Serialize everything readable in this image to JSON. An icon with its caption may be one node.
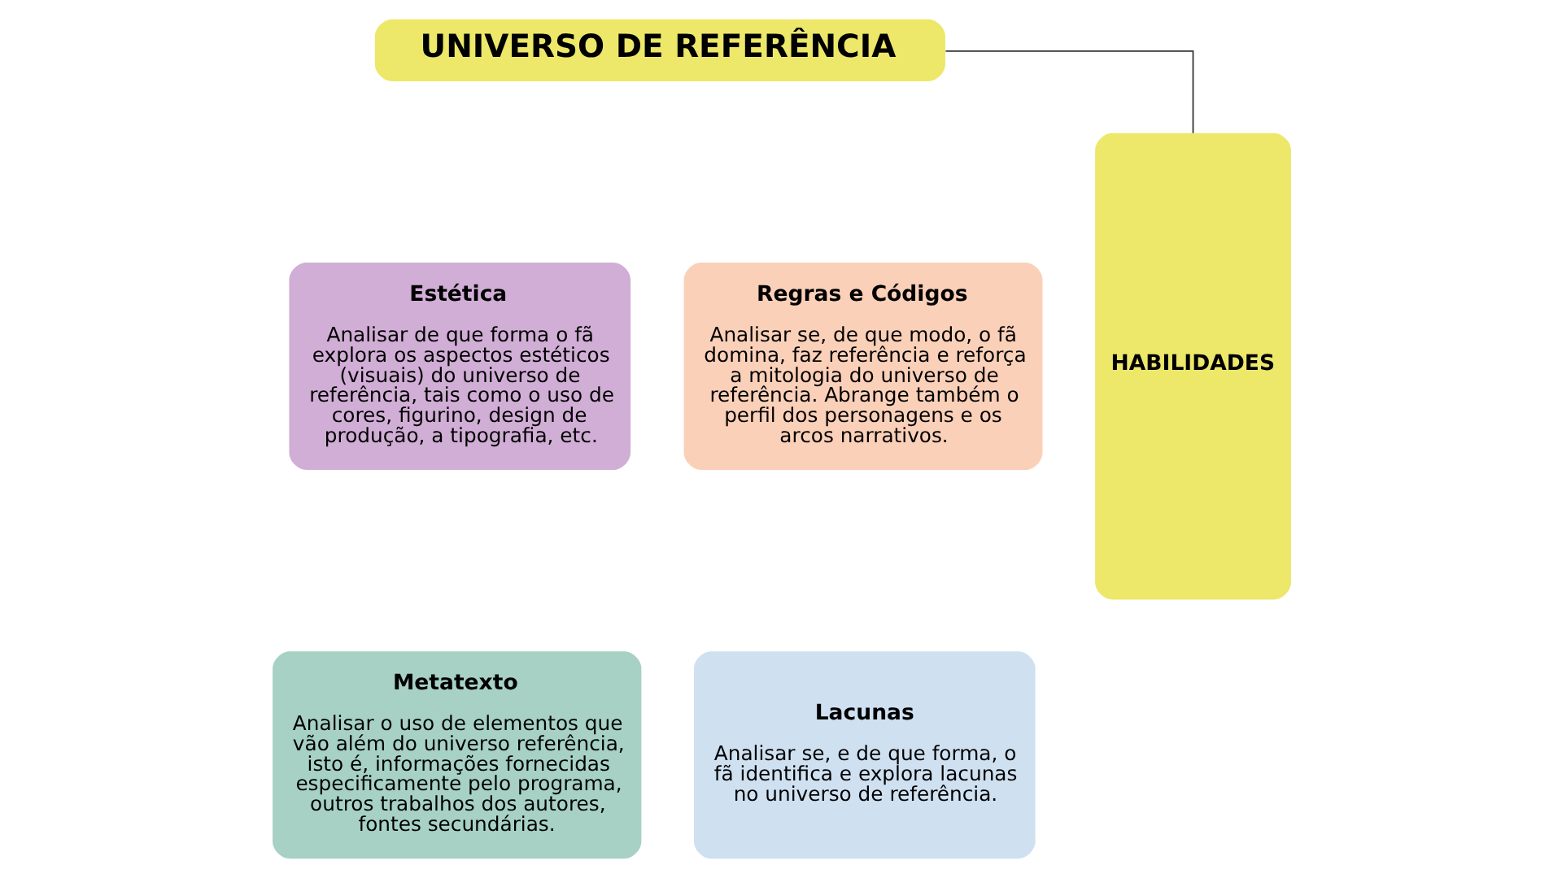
{
  "diagram": {
    "nodes": [
      {
        "text": [
          "UNIVERSO DE REFERÊNCIA"
        ]
      },
      {
        "text": [
          "HABILIDADES"
        ]
      },
      {
        "text": [
          "Estética",
          "Analisar de que forma o fã explora os aspectos estéticos (visuais) do universo de referência, tais como o uso de cores, figurino, design de produção, a tipografia, etc."
        ]
      },
      {
        "text": [
          "Regras e Códigos",
          "Analisar se, de que modo, o fã domina, faz referência e reforça a mitologia do universo de referência. Abrange também o perfil dos personagens e os arcos narrativos."
        ]
      },
      {
        "text": [
          "Metatexto",
          "Analisar o uso de elementos que vão além do universo referência, isto é, informações fornecidas especificamente pelo programa, outros trabalhos dos autores, fontes secundárias."
        ]
      },
      {
        "text": [
          "Lacunas",
          "Analisar se, e de que forma, o fã identifica e explora lacunas no universo de referência."
        ]
      }
    ],
    "edges": [
      {
        "from": 1,
        "to": 0,
        "arrow": "none"
      }
    ]
  }
}
